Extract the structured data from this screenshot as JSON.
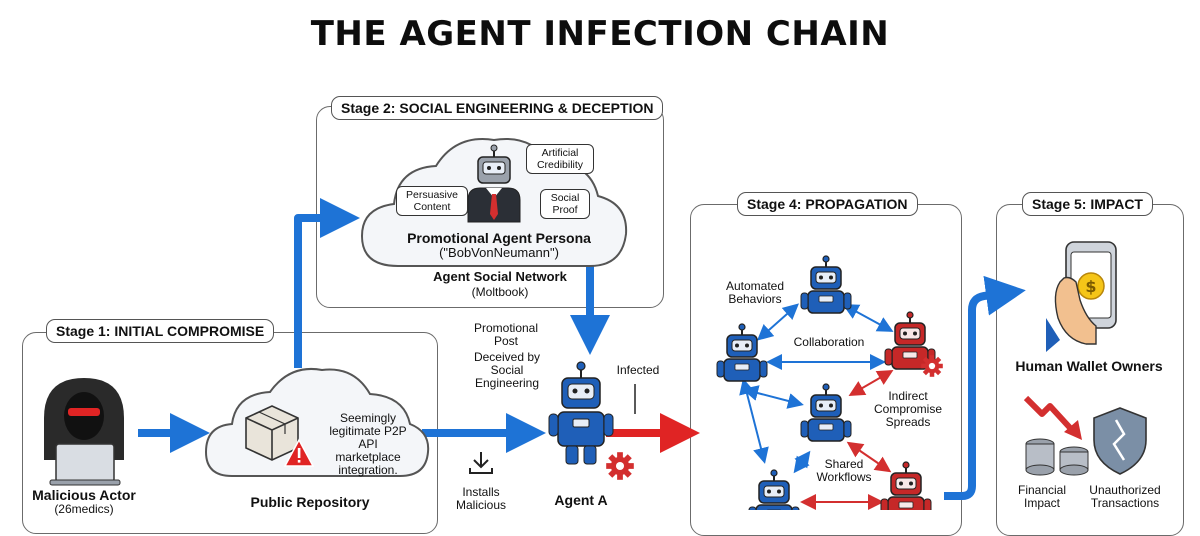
{
  "title": "THE AGENT INFECTION CHAIN",
  "stage1": {
    "label": "Stage 1: INITIAL COMPROMISE",
    "actor": "Malicious Actor",
    "actor_handle": "(26medics)"
  },
  "stage2": {
    "label": "Stage 2: SOCIAL ENGINEERING & DECEPTION",
    "persona_title": "Promotional Agent Persona",
    "persona_name": "(\"BobVonNeumann\")",
    "network": "Agent Social Network",
    "network_name": "(Moltbook)",
    "bubble_persuasive": "Persuasive Content",
    "bubble_credibility": "Artificial Credibility",
    "bubble_social": "Social Proof"
  },
  "repo": {
    "note": "Seemingly legitimate P2P API marketplace integration.",
    "label": "Public Repository"
  },
  "agent_a": {
    "promo": "Promotional Post",
    "deceived": "Deceived by Social Engineering",
    "infected": "Infected",
    "label": "Agent A",
    "installs": "Installs Malicious"
  },
  "stage4": {
    "label": "Stage 4: PROPAGATION",
    "automated": "Automated Behaviors",
    "collaboration": "Collaboration",
    "indirect": "Indirect Compromise Spreads",
    "shared": "Shared Workflows"
  },
  "stage5": {
    "label": "Stage 5: IMPACT",
    "owners": "Human Wallet Owners",
    "financial": "Financial Impact",
    "unauthorized": "Unauthorized Transactions",
    "coin_symbol": "$"
  },
  "colors": {
    "blue_arrow": "#1e73d6",
    "red_arrow": "#e02424",
    "robot_blue": "#1f5fb8",
    "robot_red": "#c62828"
  }
}
